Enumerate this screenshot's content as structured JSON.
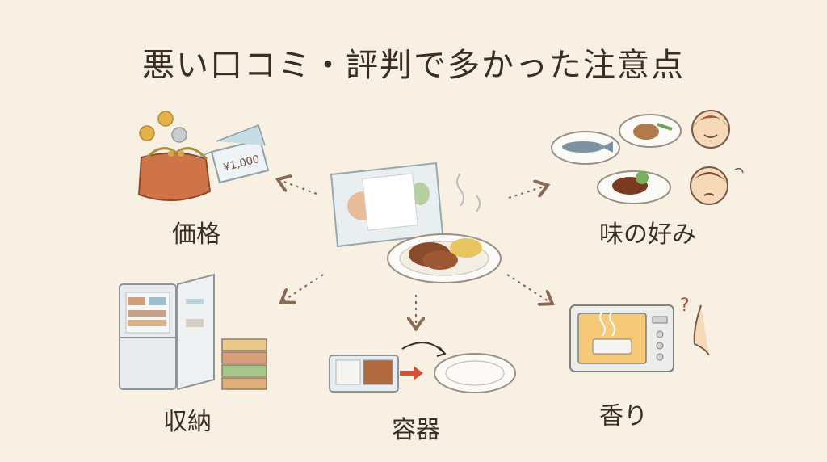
{
  "title": "悪い口コミ・評判で多かった注意点",
  "labels": {
    "price": "価格",
    "taste": "味の好み",
    "storage": "収納",
    "container": "容器",
    "smell": "香り"
  },
  "price_tag": "¥1,000",
  "icons": {
    "price": "coin-purse-icon",
    "taste": "plates-faces-icon",
    "storage": "fridge-icon",
    "container": "tray-to-plate-icon",
    "smell": "microwave-nose-icon",
    "center": "frozen-meal-icon"
  }
}
